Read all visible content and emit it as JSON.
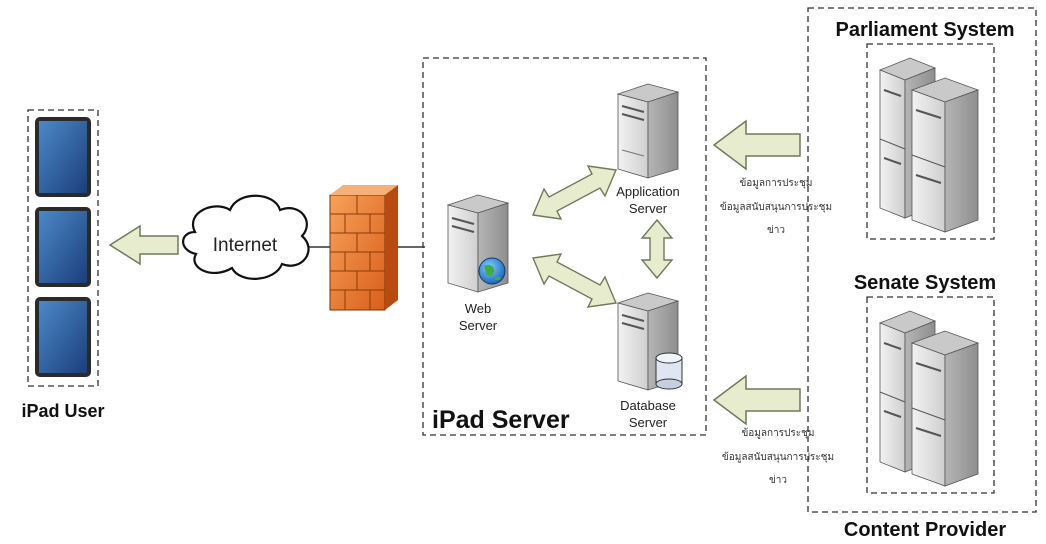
{
  "ipad_user": {
    "label": "iPad User",
    "device_count": 3
  },
  "cloud": {
    "label": "Internet"
  },
  "firewall": {
    "name": "firewall"
  },
  "ipad_server": {
    "label": "iPad Server",
    "web_server": [
      "Web",
      "Server"
    ],
    "application_server": [
      "Application",
      "Server"
    ],
    "database_server": [
      "Database",
      "Server"
    ]
  },
  "content_provider": {
    "label": "Content Provider",
    "parliament_system": "Parliament System",
    "senate_system": "Senate System"
  },
  "feeds": {
    "top": [
      "ข้อมูลการประชุม",
      "ข้อมูลสนับสนุนการประชุม",
      "ข่าว"
    ],
    "bottom": [
      "ข้อมูลการประชุม",
      "ข้อมูลสนับสนุนการประชุม",
      "ข่าว"
    ]
  },
  "colors": {
    "arrow_fill": "#e6eccd",
    "arrow_stroke": "#6f7a5a",
    "firewall": "#f07a2e",
    "server_body": "#e3e3e3"
  }
}
